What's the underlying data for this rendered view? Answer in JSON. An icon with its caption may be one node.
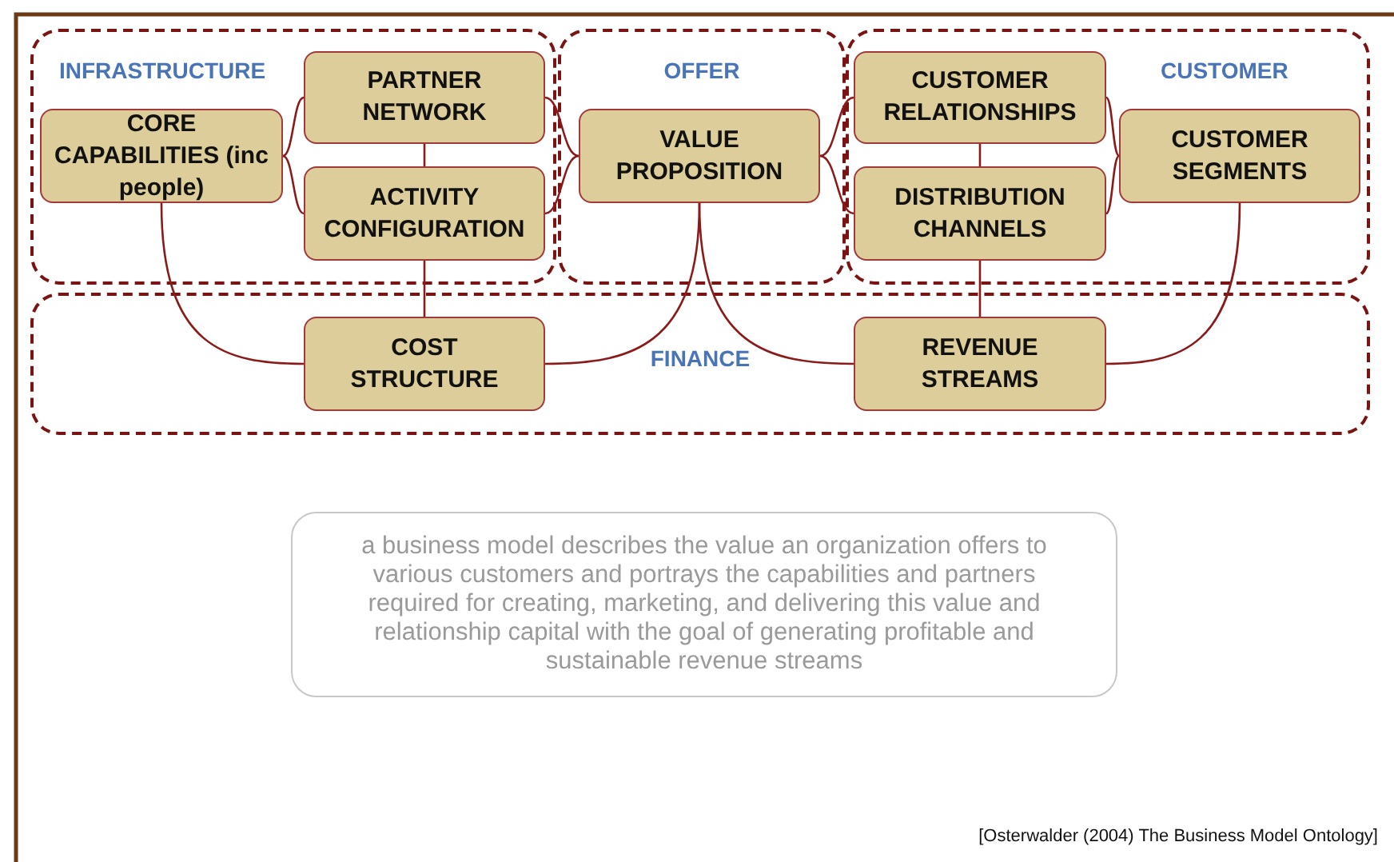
{
  "diagram": {
    "nodes": [
      {
        "text": [
          "INFRASTRUCTURE"
        ]
      },
      {
        "text": [
          "CORE CAPABILITIES (inc people)"
        ],
        "in": 0
      },
      {
        "text": [
          "PARTNER NETWORK"
        ],
        "in": 0
      },
      {
        "text": [
          "ACTIVITY CONFIGURATION"
        ],
        "in": 0
      },
      {
        "text": [
          "OFFER"
        ]
      },
      {
        "text": [
          "VALUE PROPOSITION"
        ],
        "in": 4
      },
      {
        "text": [
          "CUSTOMER"
        ]
      },
      {
        "text": [
          "CUSTOMER RELATIONSHIPS"
        ],
        "in": 6
      },
      {
        "text": [
          "DISTRIBUTION CHANNELS"
        ],
        "in": 6
      },
      {
        "text": [
          "CUSTOMER SEGMENTS"
        ],
        "in": 6
      },
      {
        "text": [
          "FINANCE"
        ]
      },
      {
        "text": [
          "COST STRUCTURE"
        ],
        "in": 10
      },
      {
        "text": [
          "REVENUE STREAMS"
        ],
        "in": 10
      },
      {
        "text": [
          "a business model describes the value an organization offers to various customers and portrays the capabilities and partners required for creating, marketing, and delivering this value and relationship capital with the goal of generating profitable and sustainable revenue streams"
        ]
      }
    ],
    "edges": [
      {
        "from": 1,
        "to": 2,
        "arrow": "none"
      },
      {
        "from": 1,
        "to": 3,
        "arrow": "none"
      },
      {
        "from": 2,
        "to": 3,
        "arrow": "none"
      },
      {
        "from": 3,
        "to": 11,
        "arrow": "none"
      },
      {
        "from": 1,
        "to": 11,
        "arrow": "none"
      },
      {
        "from": 2,
        "to": 5,
        "arrow": "none"
      },
      {
        "from": 3,
        "to": 5,
        "arrow": "none"
      },
      {
        "from": 5,
        "to": 11,
        "arrow": "none"
      },
      {
        "from": 5,
        "to": 7,
        "arrow": "none"
      },
      {
        "from": 5,
        "to": 8,
        "arrow": "none"
      },
      {
        "from": 7,
        "to": 8,
        "arrow": "none"
      },
      {
        "from": 8,
        "to": 12,
        "arrow": "none"
      },
      {
        "from": 5,
        "to": 12,
        "arrow": "none"
      },
      {
        "from": 7,
        "to": 9,
        "arrow": "none"
      },
      {
        "from": 8,
        "to": 9,
        "arrow": "none"
      },
      {
        "from": 9,
        "to": 12,
        "arrow": "none"
      }
    ],
    "labels": [
      "[Osterwalder (2004) The Business Model Ontology]"
    ]
  }
}
